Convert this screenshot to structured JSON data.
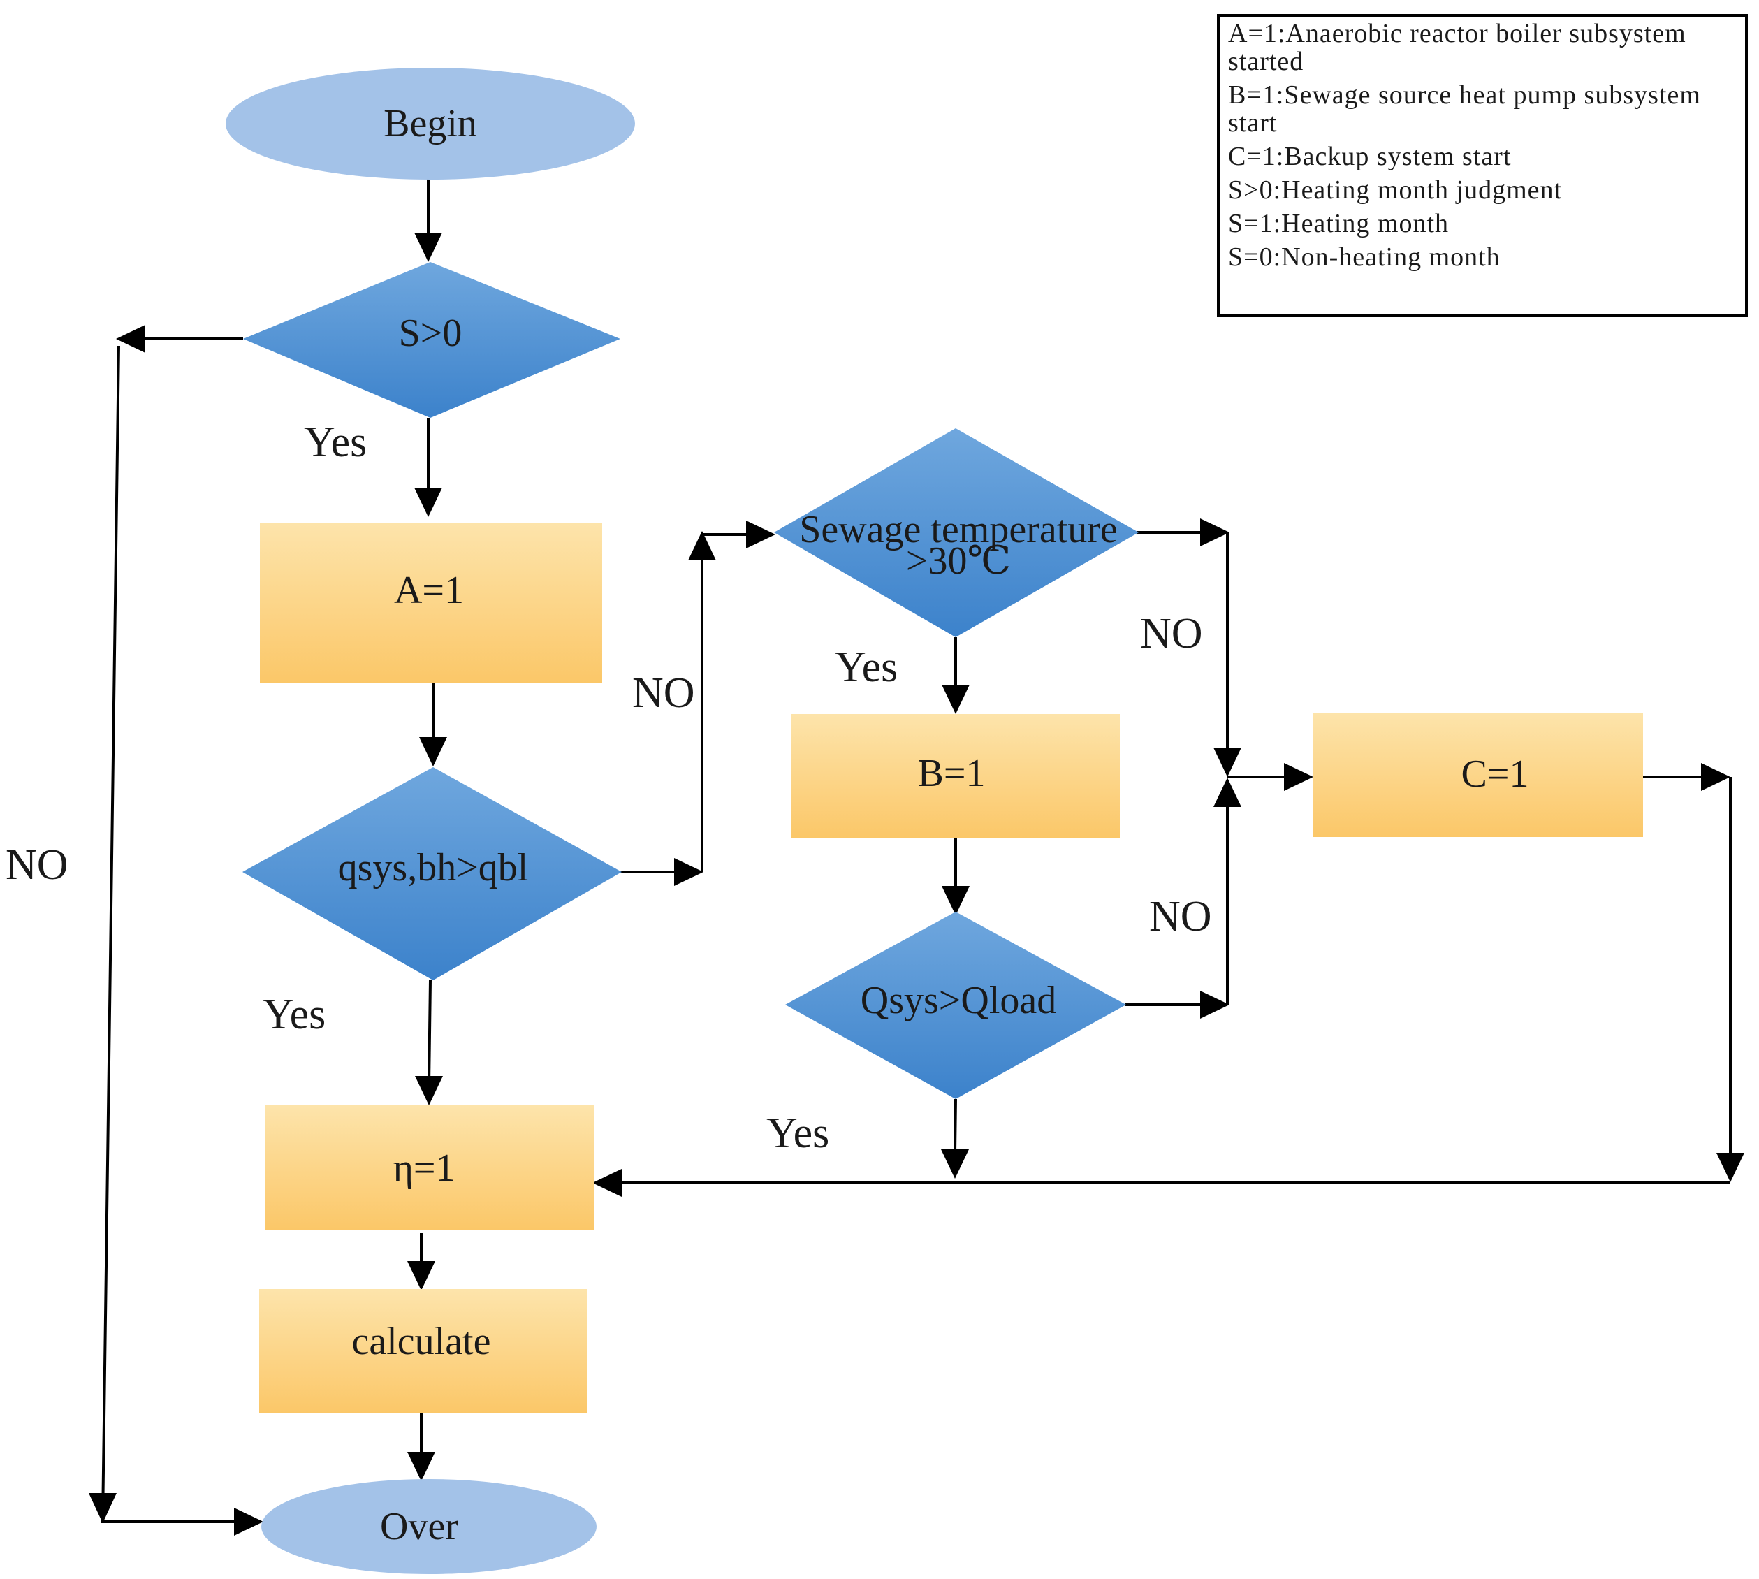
{
  "nodes": {
    "begin": "Begin",
    "s_check": "S>0",
    "a_set": "A=1",
    "q_check": "qsys,bh>qbl",
    "sewage_check_line1": "Sewage temperature",
    "sewage_check_line2": ">30℃",
    "b_set": "B=1",
    "qload_check": "Qsys>Qload",
    "c_set": "C=1",
    "eta_set": "η=1",
    "calculate": "calculate",
    "over": "Over"
  },
  "edges": {
    "s_yes": "Yes",
    "s_no": "NO",
    "q_yes": "Yes",
    "q_no": "NO",
    "sewage_yes": "Yes",
    "sewage_no": "NO",
    "qload_no": "NO",
    "qload_yes": "Yes"
  },
  "legend": {
    "items": [
      "A=1:Anaerobic reactor boiler subsystem started",
      "B=1:Sewage source heat pump subsystem start",
      "C=1:Backup system start",
      "S>0:Heating month judgment",
      "S=1:Heating month",
      "S=0:Non-heating month"
    ]
  },
  "colors": {
    "decision_top": "#7aaee0",
    "decision_bottom": "#3f85cc",
    "process_top": "#fde2a6",
    "process_bottom": "#fbc96b",
    "terminal": "#a3c2e8"
  }
}
